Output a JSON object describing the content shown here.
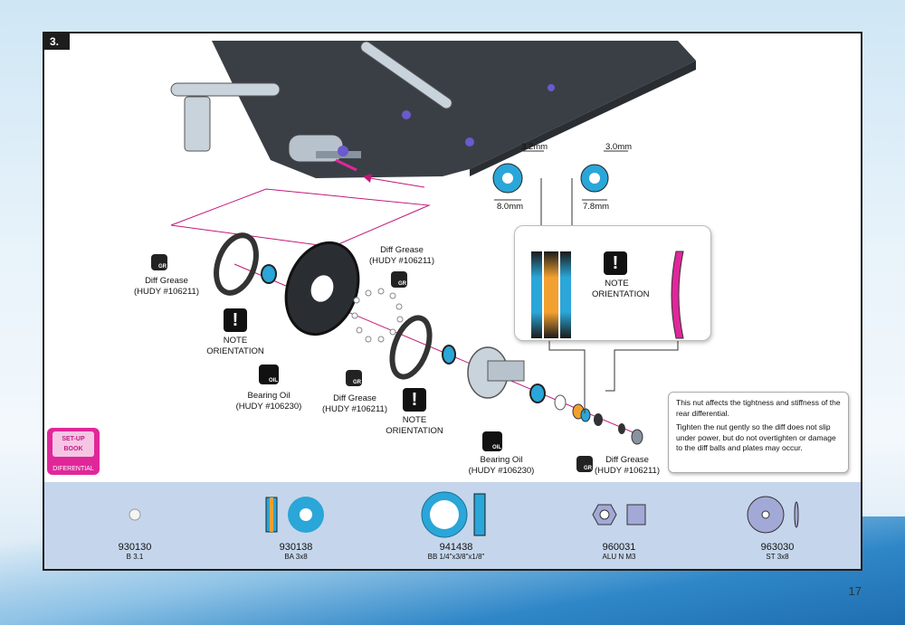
{
  "step": "3.",
  "page_number": "17",
  "colors": {
    "accent": "#e0279a",
    "blue": "#2aa6d8",
    "orange": "#f2a030"
  },
  "dims": {
    "shim1_thickness": "3.2mm",
    "shim1_diameter": "8.0mm",
    "shim2_thickness": "3.0mm",
    "shim2_diameter": "7.8mm"
  },
  "labels": {
    "diff_grease_left": "Diff Grease",
    "diff_grease_left_part": "(HUDY #106211)",
    "note_left": "NOTE",
    "orientation_left": "ORIENTATION",
    "bearing_oil_left": "Bearing Oil",
    "bearing_oil_left_part": "(HUDY #106230)",
    "diff_grease_top": "Diff Grease",
    "diff_grease_top_part": "(HUDY #106211)",
    "diff_grease_mid": "Diff Grease",
    "diff_grease_mid_part": "(HUDY #106211)",
    "note_mid": "NOTE",
    "orientation_mid": "ORIENTATION",
    "bearing_oil_right": "Bearing Oil",
    "bearing_oil_right_part": "(HUDY #106230)",
    "diff_grease_right": "Diff Grease",
    "diff_grease_right_part": "(HUDY #106211)",
    "note_callout": "NOTE",
    "orientation_callout": "ORIENTATION"
  },
  "info": {
    "p1": "This nut affects the tightness and stiffness of the rear differential.",
    "p2": "Tighten the nut gently so the diff does not slip under power, but do not overtighten or damage to the diff balls and plates may occur."
  },
  "setup_book": {
    "title": "SET-UP BOOK",
    "label": "DIFERENTIAL"
  },
  "parts": [
    {
      "number": "930130",
      "desc": "B 3.1",
      "icon": "ball-icon"
    },
    {
      "number": "930138",
      "desc": "BA 3x8",
      "icon": "bearing-icon"
    },
    {
      "number": "941438",
      "desc": "BB 1/4\"x3/8\"x1/8\"",
      "icon": "ball-bearing-icon"
    },
    {
      "number": "960031",
      "desc": "ALU N M3",
      "icon": "nut-icon"
    },
    {
      "number": "963030",
      "desc": "ST 3x8",
      "icon": "shim-icon"
    }
  ]
}
